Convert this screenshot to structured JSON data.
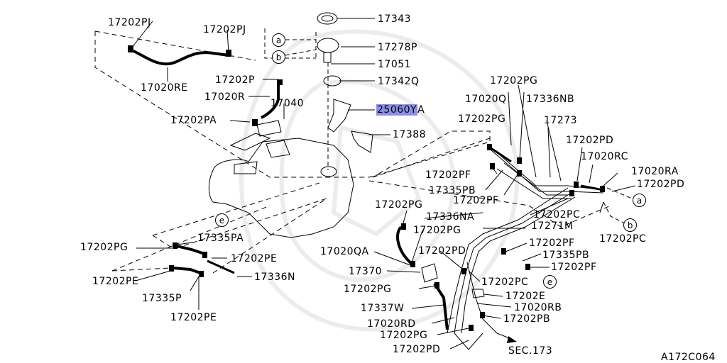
{
  "labels": {
    "p17202PJ_a": "17202PJ",
    "p17202PJ_b": "17202PJ",
    "p17343": "17343",
    "p17278P": "17278P",
    "p17051": "17051",
    "p17342Q": "17342Q",
    "p17020RE": "17020RE",
    "p17202P": "17202P",
    "p17020R": "17020R",
    "p17040": "17040",
    "p25060Y": "25060Y",
    "p25060Y_suffix": "A",
    "p17202PA": "17202PA",
    "p17388": "17388",
    "p17202PG_top": "17202PG",
    "p17020Q": "17020Q",
    "p17336NB": "17336NB",
    "p17202PG_mid": "17202PG",
    "p17273": "17273",
    "p17202PD_tr": "17202PD",
    "p17020RC": "17020RC",
    "p17020RA": "17020RA",
    "p17202PD_r": "17202PD",
    "p17202PF_a": "17202PF",
    "p17335PB_a": "17335PB",
    "p17202PF_b": "17202PF",
    "p17202PG_left": "17202PG",
    "p17336NA": "17336NA",
    "p17202PC_a": "17202PC",
    "p17271M": "17271M",
    "p17202PG_c": "17202PG",
    "p17202PC_r": "17202PC",
    "p17335PA": "17335PA",
    "p17202PG_l2": "17202PG",
    "p17202PE_a": "17202PE",
    "p17020QA": "17020QA",
    "p17202PD_m": "17202PD",
    "p17202PF_c": "17202PF",
    "p17335PB_b": "17335PB",
    "p17202PF_d": "17202PF",
    "p17202PE_b": "17202PE",
    "p17336N": "17336N",
    "p17370": "17370",
    "p17202PC_b": "17202PC",
    "p17335P": "17335P",
    "p17202PG_d": "17202PG",
    "p17202E": "17202E",
    "p17337W": "17337W",
    "p17020RB": "17020RB",
    "p17202PE_c": "17202PE",
    "p17020RD": "17020RD",
    "p17202PB": "17202PB",
    "p17202PG_e": "17202PG",
    "p17202PD_b": "17202PD",
    "sec173": "SEC.173",
    "figcode": "A172C064"
  },
  "markers": {
    "a": "a",
    "b": "b",
    "e": "e"
  }
}
